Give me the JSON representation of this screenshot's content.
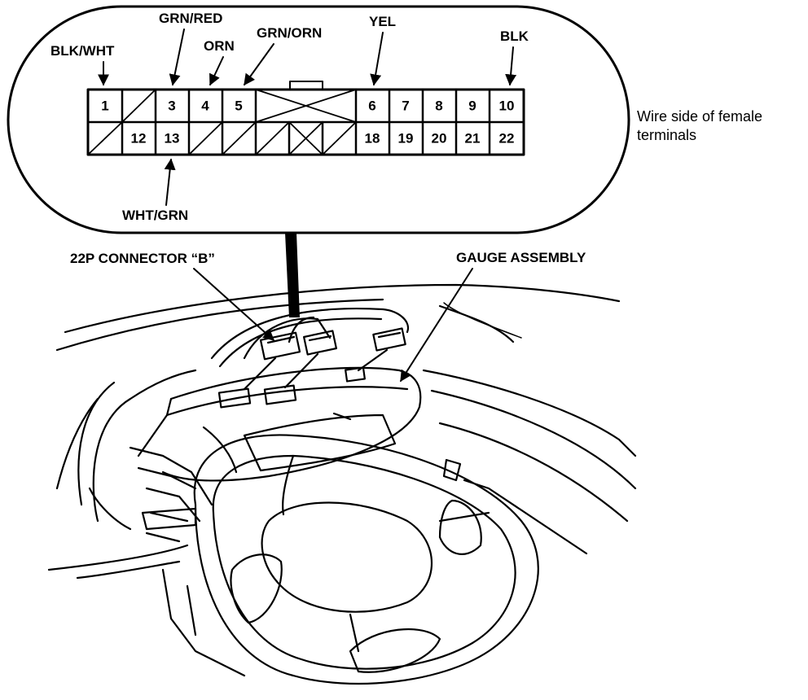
{
  "connector": {
    "wire_labels": {
      "blk_wht": "BLK/WHT",
      "grn_red": "GRN/RED",
      "orn": "ORN",
      "grn_orn": "GRN/ORN",
      "yel": "YEL",
      "blk": "BLK",
      "wht_grn": "WHT/GRN"
    },
    "pins": {
      "p1": "1",
      "p3": "3",
      "p4": "4",
      "p5": "5",
      "p6": "6",
      "p7": "7",
      "p8": "8",
      "p9": "9",
      "p10": "10",
      "p12": "12",
      "p13": "13",
      "p18": "18",
      "p19": "19",
      "p20": "20",
      "p21": "21",
      "p22": "22"
    },
    "note_line1": "Wire side of female",
    "note_line2": "terminals"
  },
  "callouts": {
    "connector_22p": "22P CONNECTOR “B”",
    "gauge_assembly": "GAUGE ASSEMBLY"
  },
  "colors": {
    "ink": "#000000",
    "paper": "#ffffff"
  }
}
